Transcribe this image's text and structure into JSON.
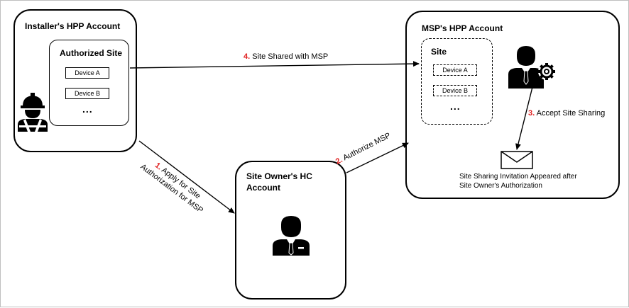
{
  "installer": {
    "title": "Installer's HPP Account",
    "site_title": "Authorized Site",
    "devices": [
      "Device A",
      "Device B"
    ],
    "more": "..."
  },
  "msp": {
    "title": "MSP's HPP Account",
    "site_title": "Site",
    "devices": [
      "Device A",
      "Device B"
    ],
    "more": "...",
    "invitation": "Site Sharing Invitation Appeared after Site Owner's Authorization"
  },
  "owner": {
    "title": "Site Owner's HC Account"
  },
  "steps": [
    {
      "num": "1.",
      "text": "Apply for Site Authorization for MSP"
    },
    {
      "num": "2.",
      "text": "Authorize MSP"
    },
    {
      "num": "3.",
      "text": "Accept Site Sharing"
    },
    {
      "num": "4.",
      "text": "Site Shared with MSP"
    }
  ],
  "colors": {
    "step_number": "#e02020",
    "line": "#000000"
  },
  "icons": {
    "installer": "construction-worker-icon",
    "owner": "businessman-icon",
    "msp": "businessman-with-gear-icon",
    "invitation": "envelope-icon"
  }
}
